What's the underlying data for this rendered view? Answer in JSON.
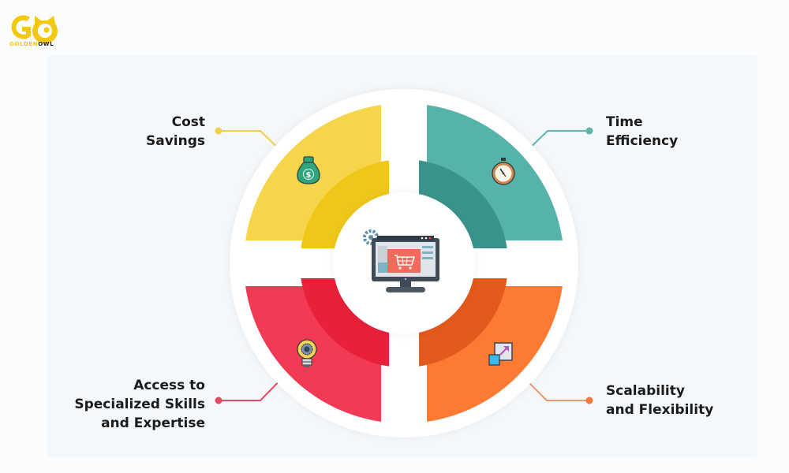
{
  "brand": {
    "logo_mark": "GO",
    "name_part1": "GOLDEN",
    "name_part2": "OWL",
    "colors": {
      "gold": "#f2c811",
      "dark": "#222222"
    }
  },
  "diagram": {
    "center_icon": "monitor-shopping-cart-icon",
    "quadrants": [
      {
        "id": "top-left",
        "title_lines": [
          "Cost",
          "Savings"
        ],
        "icon": "money-bag-dollar-icon",
        "outer_color": "#f7d54a",
        "inner_color": "#f0c719",
        "connector_color": "#f2cf4a"
      },
      {
        "id": "top-right",
        "title_lines": [
          "Time",
          "Efficiency"
        ],
        "icon": "stopwatch-icon",
        "outer_color": "#55b3a9",
        "inner_color": "#3a948b",
        "connector_color": "#5fb5ac"
      },
      {
        "id": "bottom-left",
        "title_lines": [
          "Access to",
          "Specialized Skills",
          "and Expertise"
        ],
        "icon": "lightbulb-gear-icon",
        "outer_color": "#f23a55",
        "inner_color": "#e8203a",
        "connector_color": "#e24c62"
      },
      {
        "id": "bottom-right",
        "title_lines": [
          "Scalability",
          "and Flexibility"
        ],
        "icon": "resize-arrow-icon",
        "outer_color": "#fd7a32",
        "inner_color": "#e4591c",
        "connector_color": "#e89b6e"
      }
    ]
  }
}
